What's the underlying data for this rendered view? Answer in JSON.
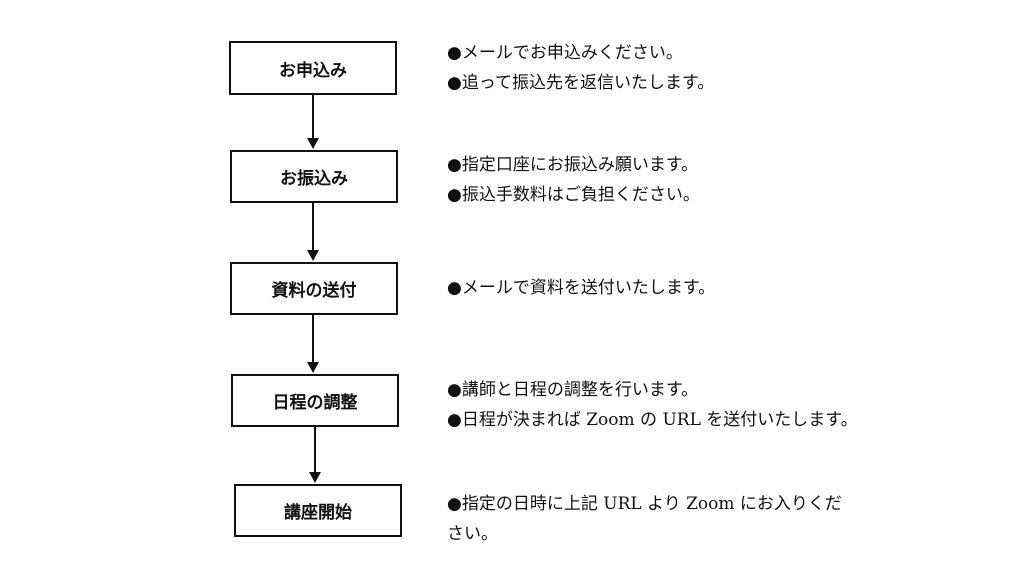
{
  "steps": [
    {
      "label": "お申込み",
      "notes": [
        "●メールでお申込みください。",
        "●追って振込先を返信いたします。"
      ]
    },
    {
      "label": "お振込み",
      "notes": [
        "●指定口座にお振込み願います。",
        "●振込手数料はご負担ください。"
      ]
    },
    {
      "label": "資料の送付",
      "notes": [
        "●メールで資料を送付いたします。"
      ]
    },
    {
      "label": "日程の調整",
      "notes": [
        "●講師と日程の調整を行います。",
        "●日程が決まれば Zoom の URL を送付いたします。"
      ]
    },
    {
      "label": "講座開始",
      "notes": [
        "●指定の日時に上記 URL より Zoom にお入りくだ",
        "さい。"
      ]
    }
  ],
  "colors": {
    "line": "#111111",
    "background": "#ffffff"
  }
}
